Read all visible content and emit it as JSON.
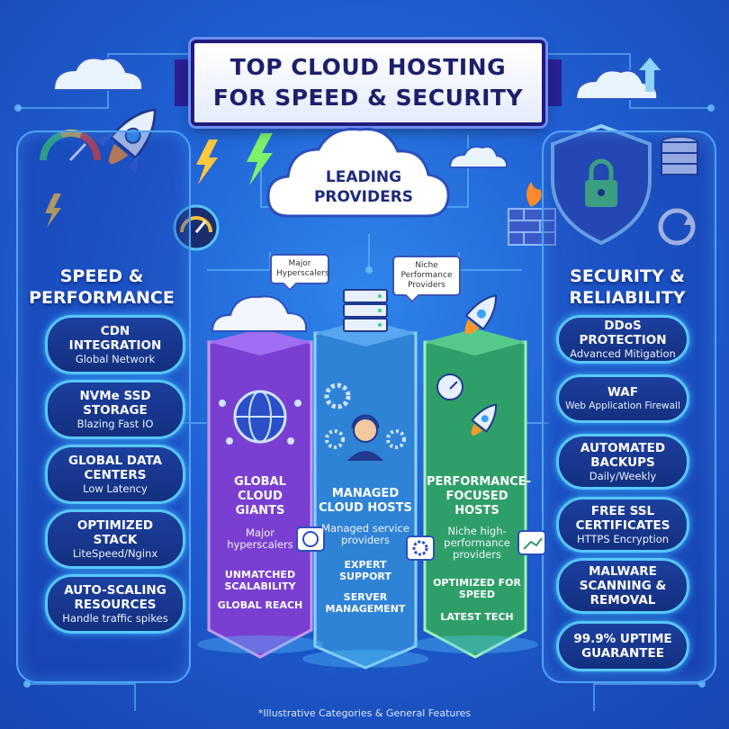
{
  "title": {
    "line1": "TOP CLOUD HOSTING",
    "line2": "FOR SPEED & SECURITY"
  },
  "left_panel": {
    "heading_line1": "SPEED &",
    "heading_line2": "PERFORMANCE",
    "items": [
      {
        "title": "CDN INTEGRATION",
        "subtitle": "Global Network"
      },
      {
        "title": "NVMe SSD STORAGE",
        "subtitle": "Blazing Fast IO"
      },
      {
        "title": "GLOBAL DATA CENTERS",
        "subtitle": "Low Latency"
      },
      {
        "title": "OPTIMIZED STACK",
        "subtitle": "LiteSpeed/Nginx"
      },
      {
        "title": "AUTO-SCALING RESOURCES",
        "subtitle": "Handle traffic spikes"
      }
    ]
  },
  "right_panel": {
    "heading_line1": "SECURITY &",
    "heading_line2": "RELIABILITY",
    "items": [
      {
        "title": "DDoS PROTECTION",
        "subtitle": "Advanced Mitigation"
      },
      {
        "title": "WAF",
        "subtitle": "Web Application Firewall"
      },
      {
        "title": "AUTOMATED BACKUPS",
        "subtitle": "Daily/Weekly"
      },
      {
        "title": "FREE SSL CERTIFICATES",
        "subtitle": "HTTPS Encryption"
      },
      {
        "title": "MALWARE SCANNING & REMOVAL",
        "subtitle": ""
      },
      {
        "title": "99.9% UPTIME GUARANTEE",
        "subtitle": ""
      }
    ]
  },
  "center": {
    "cloud_label_line1": "LEADING",
    "cloud_label_line2": "PROVIDERS",
    "bubbles": {
      "left": "Major Hyperscalers",
      "right": "Niche Performance Providers"
    },
    "columns": [
      {
        "title": "GLOBAL CLOUD GIANTS",
        "subtitle": "Major hyperscalers",
        "features": [
          "UNMATCHED SCALABILITY",
          "GLOBAL REACH"
        ],
        "color": "#7a3fd0"
      },
      {
        "title": "MANAGED CLOUD HOSTS",
        "subtitle": "Managed service providers",
        "features": [
          "EXPERT SUPPORT",
          "SERVER MANAGEMENT"
        ],
        "color": "#2f83d6"
      },
      {
        "title": "PERFORMANCE-FOCUSED HOSTS",
        "subtitle": "Niche high-performance providers",
        "features": [
          "OPTIMIZED FOR SPEED",
          "LATEST TECH"
        ],
        "color": "#2f9f6a"
      }
    ]
  },
  "footnote": "*Illustrative Categories & General Features",
  "icons": [
    "cloud-icon",
    "rocket-icon",
    "lightning-icon",
    "speedometer-icon",
    "shield-lock-icon",
    "database-icon",
    "firewall-icon",
    "globe-icon",
    "server-icon",
    "gear-icon",
    "support-agent-icon",
    "refresh-icon"
  ],
  "colors": {
    "background": "#1f5fd2",
    "accent": "#58c8ff",
    "title_text": "#1d1f6b"
  }
}
